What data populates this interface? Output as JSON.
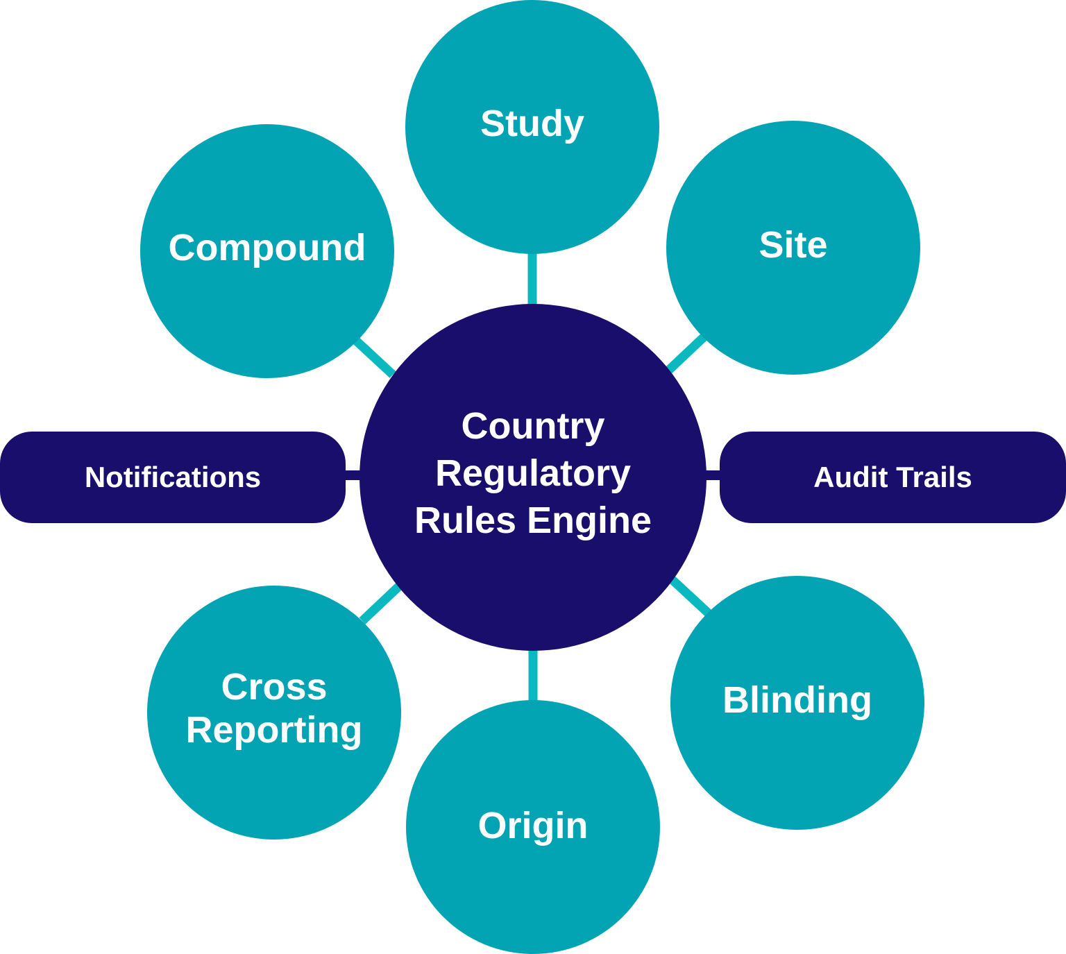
{
  "diagram": {
    "center": {
      "label": "Country\nRegulatory\nRules Engine"
    },
    "satellites": [
      {
        "label": "Study"
      },
      {
        "label": "Site"
      },
      {
        "label": "Compound"
      },
      {
        "label": "Cross\nReporting"
      },
      {
        "label": "Origin"
      },
      {
        "label": "Blinding"
      }
    ],
    "side_pills": [
      {
        "label": "Notifications"
      },
      {
        "label": "Audit Trails"
      }
    ]
  },
  "colors": {
    "satellite_fill": "#02a3b3",
    "center_fill": "#1a0e6c",
    "connector_teal": "#0ab8bf",
    "connector_navy": "#1a0e6c",
    "text": "#ffffff"
  }
}
